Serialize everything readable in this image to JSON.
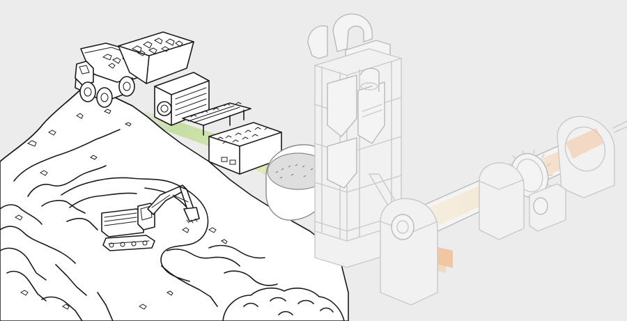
{
  "colors": {
    "background": "#ececec",
    "ink": "#1a1a1a",
    "faded_ink": "#c9c9c9",
    "flow_green": "#b7d98a",
    "flow_yellow": "#f3e3a1",
    "flow_orange": "#f4b98a",
    "kiln_glow": "#f7c79a"
  },
  "diagram": {
    "stages": [
      {
        "name": "quarry",
        "icon": "excavator-icon"
      },
      {
        "name": "haul-truck",
        "icon": "dump-truck-icon"
      },
      {
        "name": "hopper-and-crusher",
        "icon": "crusher-icon"
      },
      {
        "name": "conveyor",
        "icon": "conveyor-icon"
      },
      {
        "name": "raw-mill",
        "icon": "mill-icon"
      },
      {
        "name": "preheater-tower",
        "icon": "cyclone-tower-icon"
      },
      {
        "name": "rotary-kiln",
        "icon": "kiln-icon"
      }
    ]
  }
}
